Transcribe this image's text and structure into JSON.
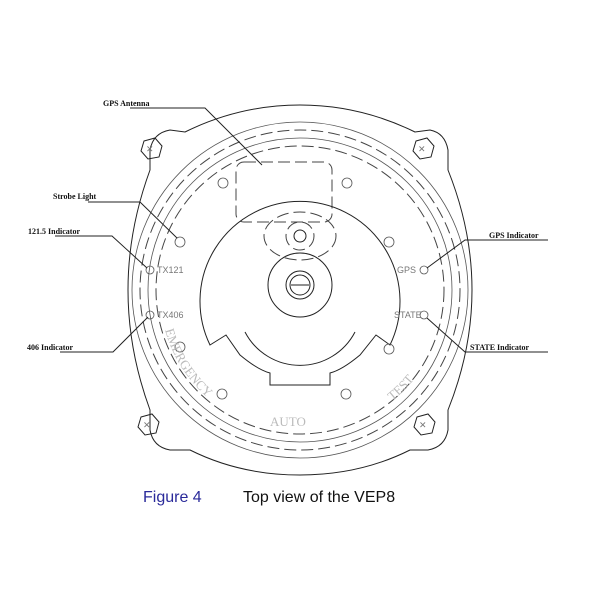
{
  "labels": {
    "gps_antenna": "GPS Antenna",
    "strobe_light": "Strobe Light",
    "indicator_121_5": "121.5 Indicator",
    "indicator_406": "406 Indicator",
    "gps_indicator": "GPS Indicator",
    "state_indicator": "STATE Indicator"
  },
  "device_text": {
    "tx121": "TX121",
    "tx406": "TX4​06",
    "gps": "GPS",
    "state": "STATE",
    "emergency": "EMERGENCY",
    "auto": "AUTO",
    "test": "TEST"
  },
  "caption": {
    "figure": "Figure 4",
    "title": "Top view of the VEP8"
  }
}
